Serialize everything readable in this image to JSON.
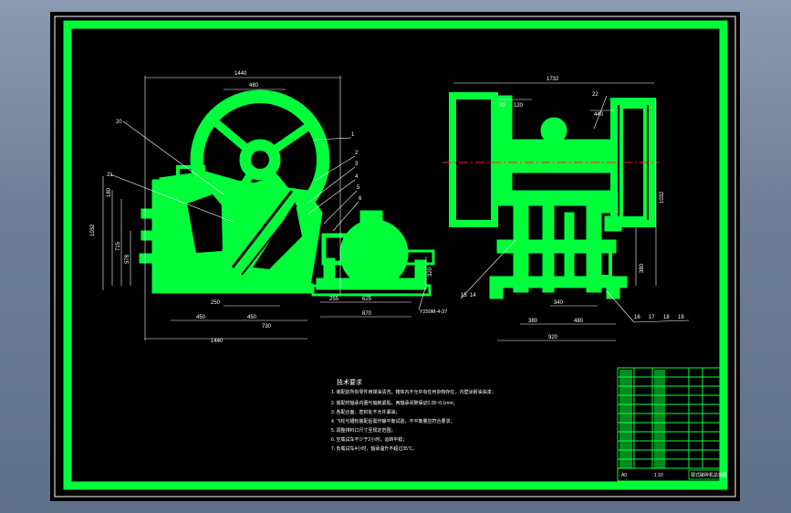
{
  "colors": {
    "background": "#6e7f97",
    "canvas": "#000000",
    "geometry": "#00ff3b",
    "dimension": "#ffffff",
    "centerline": "#ff2020"
  },
  "front_view": {
    "dimensions": {
      "top_overall": "1440",
      "top_inner": "480",
      "left_height_a": "1032",
      "left_height_b": "180",
      "left_height_c": "715",
      "left_height_d": "578",
      "bottom_a": "250",
      "bottom_b": "450",
      "bottom_c": "450",
      "bottom_d": "730",
      "bottom_overall": "1440",
      "motor_a": "255",
      "motor_b": "625",
      "motor_overall": "870",
      "motor_height": "320",
      "motor_code": "Y250M-4-37"
    },
    "callouts": [
      "20",
      "21",
      "1",
      "2",
      "3",
      "4",
      "5",
      "6"
    ]
  },
  "side_view": {
    "dimensions": {
      "top_overall": "1732",
      "top_a": "80",
      "top_b": "120",
      "top_c": "440",
      "right_height": "1032",
      "right_height_b": "380",
      "bottom_a": "340",
      "bottom_b": "380",
      "bottom_c": "480",
      "bottom_overall": "920"
    },
    "callouts": [
      "22",
      "15",
      "14",
      "16",
      "17",
      "18",
      "19"
    ]
  },
  "notes": {
    "title": "技术要求",
    "lines": [
      "1. 装配前所有零件用煤油清洗，箱体内不允许有任何杂物存在，内壁涂耐油油漆；",
      "2. 装配时轴承内圈与轴肩紧贴，两轴承间隙保证0.05~0.1mm；",
      "3. 各配合面、密封处不允许漏油；",
      "4. 飞轮与槽轮装配后需作静平衡试验，不平衡量应符合要求；",
      "5. 调整排料口尺寸至规定范围；",
      "6. 空载试车不少于2小时，运转平稳；",
      "7. 负载试车4小时，轴承温升不超过35℃。"
    ]
  },
  "title_block": {
    "drawing_name": "颚式破碎机总装图",
    "scale": "1:10",
    "sheet": "A0"
  }
}
